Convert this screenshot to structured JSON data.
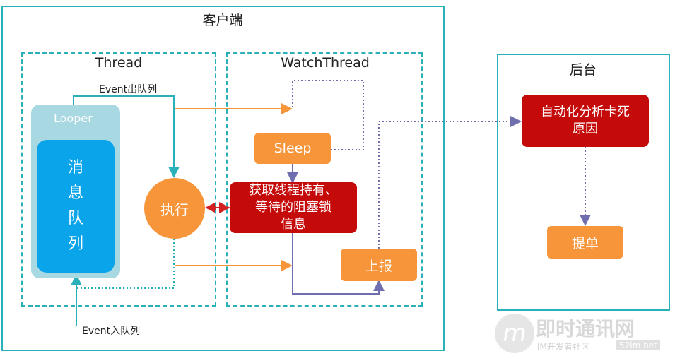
{
  "client": {
    "title": "客户端"
  },
  "thread": {
    "title": "Thread",
    "looper_label": "Looper",
    "queue_label": [
      "消",
      "息",
      "队",
      "列"
    ],
    "execute_label": "执行",
    "event_dequeue": "Event出队列",
    "event_enqueue": "Event入队列"
  },
  "watch": {
    "title": "WatchThread",
    "sleep_label": "Sleep",
    "collect_label_line1": "获取线程持有、",
    "collect_label_line2": "等待的阻塞锁",
    "collect_label_line3": "信息",
    "report_label": "上报"
  },
  "backend": {
    "title": "后台",
    "analyze_line1": "自动化分析卡死",
    "analyze_line2": "原因",
    "ticket_label": "提单"
  },
  "watermark": {
    "text": "即时通讯网",
    "sub": "IM开发者社区",
    "site": "52im.net"
  },
  "colors": {
    "teal": "#2ab0b8",
    "orange": "#f7953a",
    "red": "#c50a0a",
    "blue": "#0aa4ea",
    "purple": "#7070b0"
  }
}
